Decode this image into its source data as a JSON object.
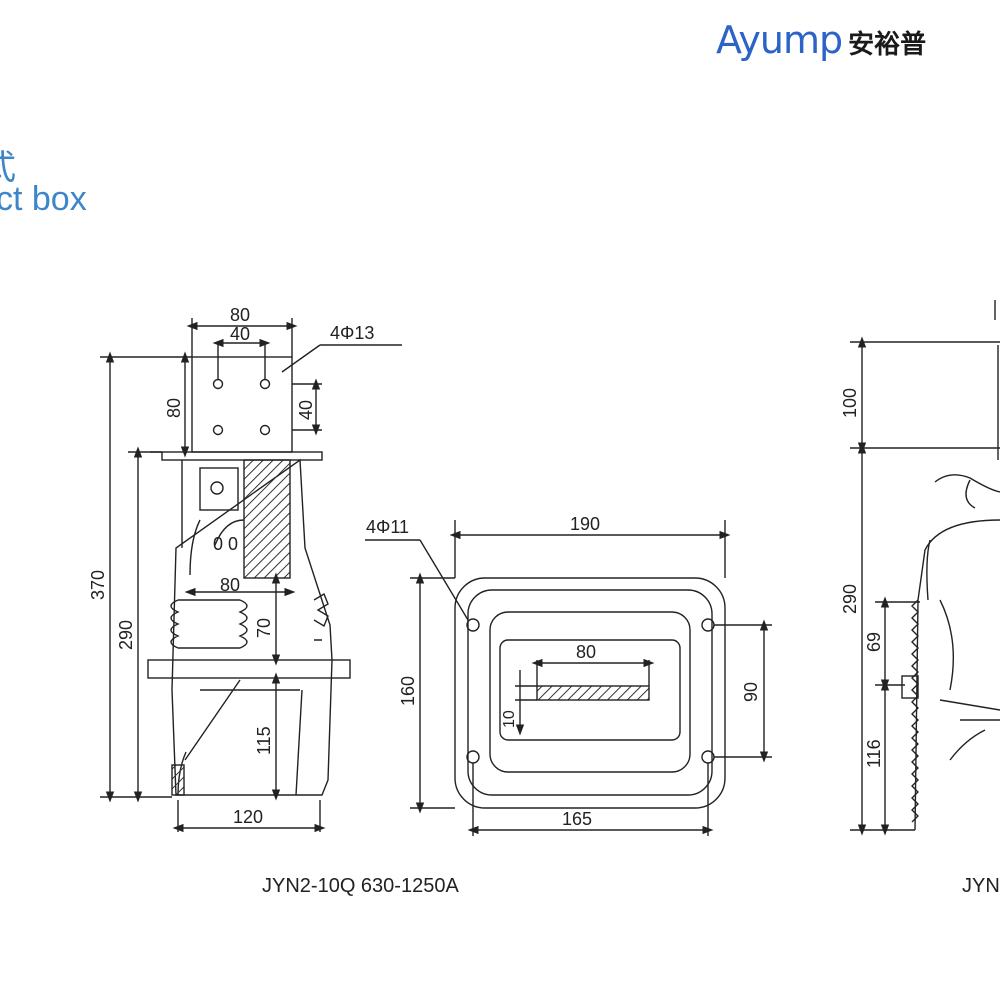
{
  "brand": {
    "latin": "Ayump",
    "cjk": "安裕普",
    "color": "#2b63c8"
  },
  "heading": {
    "cjk": "式",
    "en": "ct box",
    "color": "#3d86c9"
  },
  "dimensions": {
    "d80_top": "80",
    "d40_top": "40",
    "d4phi13": "4Φ13",
    "d80_left": "80",
    "d40_right": "40",
    "d370": "370",
    "d290": "290",
    "d80_inner": "80",
    "d70": "70",
    "d115": "115",
    "d120": "120",
    "d4phi11": "4Φ11",
    "d190": "190",
    "d80_slot": "80",
    "d160": "160",
    "d90": "90",
    "d10": "10",
    "d165": "165",
    "d100_r": "100",
    "d290_r": "290",
    "d69_r": "69",
    "d116_r": "116"
  },
  "captions": {
    "left": "JYN2-10Q 630-1250A",
    "right": "JYN"
  }
}
